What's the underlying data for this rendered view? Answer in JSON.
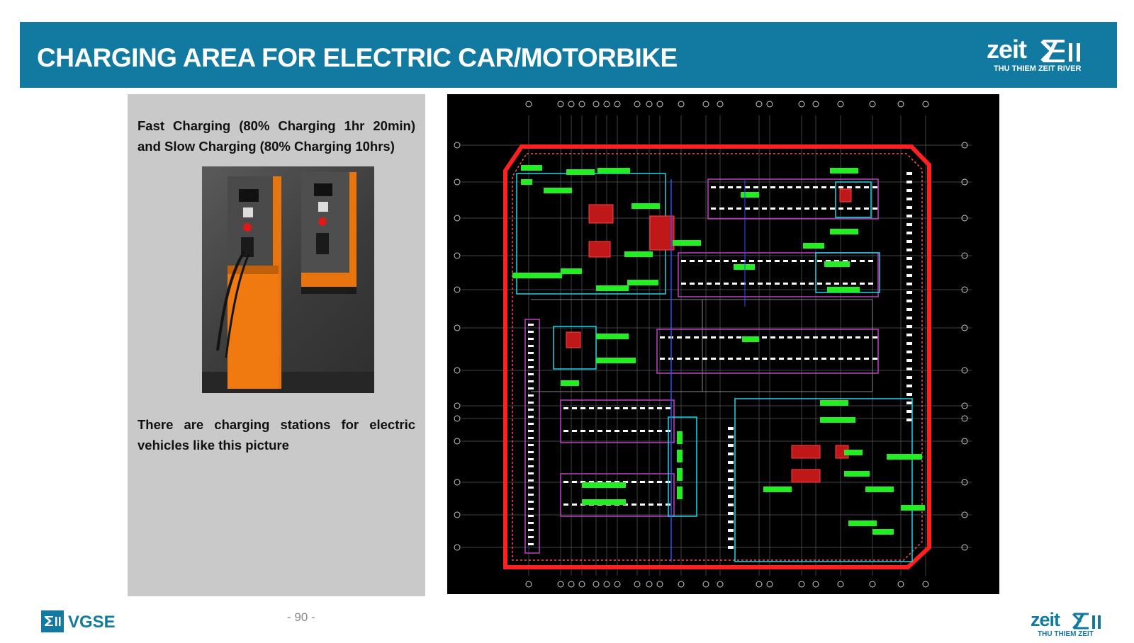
{
  "header": {
    "title": "CHARGING AREA FOR ELECTRIC CAR/MOTORBIKE",
    "logo_word": "zeit",
    "logo_subtitle": "THU THIEM ZEIT RIVER"
  },
  "left_panel": {
    "charging_types": "Fast Charging (80% Charging 1hr 20min) and  Slow Charging (80% Charging 10hrs)",
    "description": "There are charging stations for electric vehicles like this picture"
  },
  "footer": {
    "page_number": "- 90 -",
    "left_logo_text": "VGSE",
    "right_logo_word": "zeit",
    "right_logo_subtitle": "THU THIEM ZEIT"
  },
  "colors": {
    "header_bg": "#127aa1",
    "panel_bg": "#c9c9c9",
    "plan_boundary": "#ff2020",
    "charging_spot": "#22ee22",
    "charger_orange": "#f07a10"
  }
}
